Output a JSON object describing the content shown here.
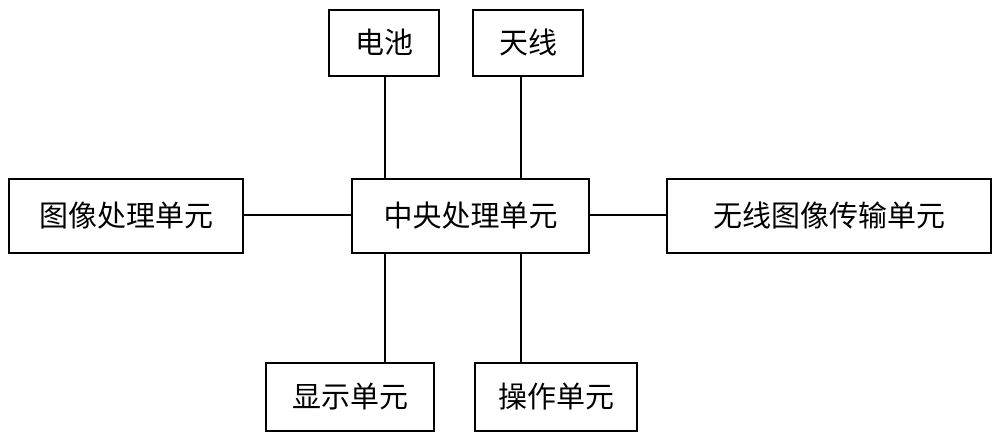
{
  "diagram": {
    "nodes": {
      "battery": "电池",
      "antenna": "天线",
      "image_processing_unit": "图像处理单元",
      "central_processing_unit": "中央处理单元",
      "wireless_image_transmission_unit": "无线图像传输单元",
      "display_unit": "显示单元",
      "operation_unit": "操作单元"
    },
    "colors": {
      "line": "#000000",
      "box_border": "#000000",
      "background": "#ffffff",
      "text": "#000000"
    }
  }
}
